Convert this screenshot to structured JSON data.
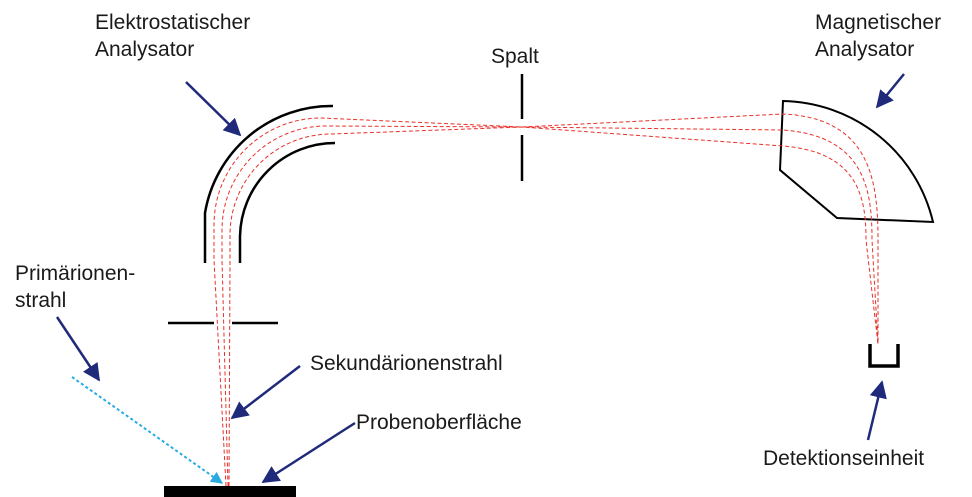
{
  "labels": {
    "electrostatic_analyzer_line1": "Elektrostatischer",
    "electrostatic_analyzer_line2": "Analysator",
    "slit": "Spalt",
    "magnetic_analyzer_line1": "Magnetischer",
    "magnetic_analyzer_line2": "Analysator",
    "primary_beam_line1": "Primärionen-",
    "primary_beam_line2": "strahl",
    "secondary_beam": "Sekundärionenstrahl",
    "sample_surface": "Probenoberfläche",
    "detector": "Detektionseinheit"
  },
  "colors": {
    "structure": "#000000",
    "ion_path": "#e8312a",
    "primary_beam": "#29abe2",
    "pointer_arrow": "#1f2a7a",
    "text": "#1a1a1a"
  }
}
